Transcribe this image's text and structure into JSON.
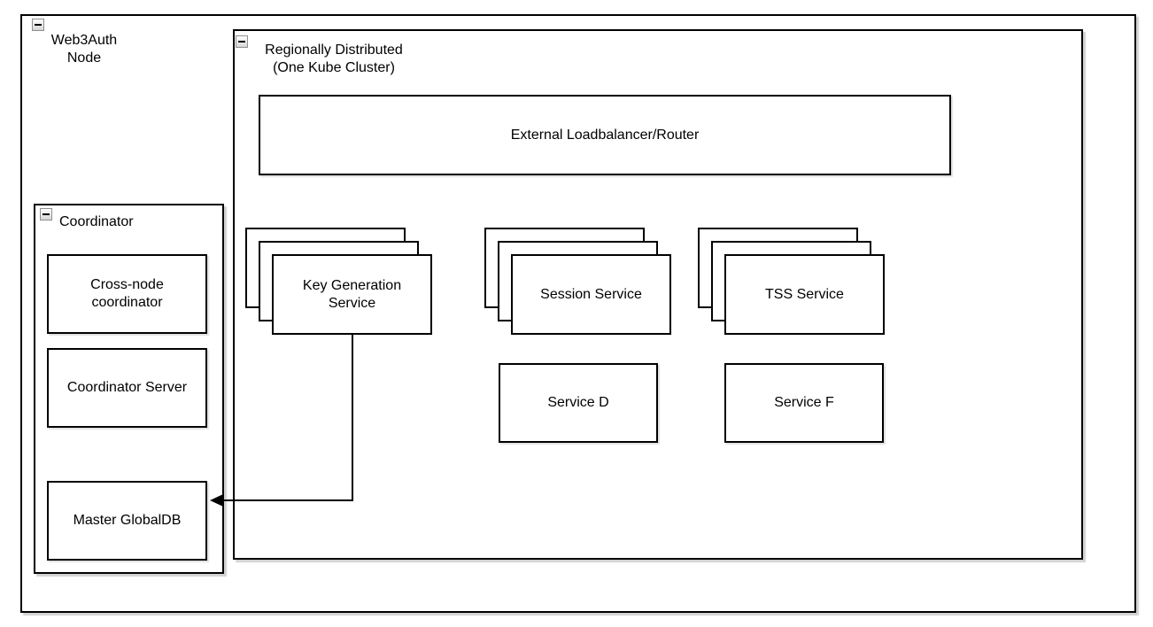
{
  "diagram": {
    "kind": "architecture-diagram",
    "background": "#ffffff",
    "stroke_color": "#000000",
    "containers": {
      "web3auth": {
        "label": "Web3Auth\nNode",
        "collapse_icon": "minus-box"
      },
      "regionally": {
        "label": "Regionally Distributed\n(One Kube Cluster)",
        "collapse_icon": "minus-box"
      },
      "coordinator": {
        "label": "Coordinator",
        "collapse_icon": "minus-box"
      }
    },
    "nodes": {
      "external_lb": {
        "label": "External Loadbalancer/Router"
      },
      "key_generation": {
        "label": "Key Generation\nService",
        "stack_count": 3
      },
      "session": {
        "label": "Session Service",
        "stack_count": 3
      },
      "tss": {
        "label": "TSS Service",
        "stack_count": 3
      },
      "service_d": {
        "label": "Service D"
      },
      "service_f": {
        "label": "Service F"
      },
      "cross_node": {
        "label": "Cross-node\ncoordinator"
      },
      "coordinator_server": {
        "label": "Coordinator Server"
      },
      "master_globaldb": {
        "label": "Master GlobalDB"
      }
    },
    "edges": [
      {
        "from": "key_generation",
        "to": "master_globaldb",
        "style": "orthogonal",
        "arrowhead": "left-filled"
      }
    ]
  }
}
